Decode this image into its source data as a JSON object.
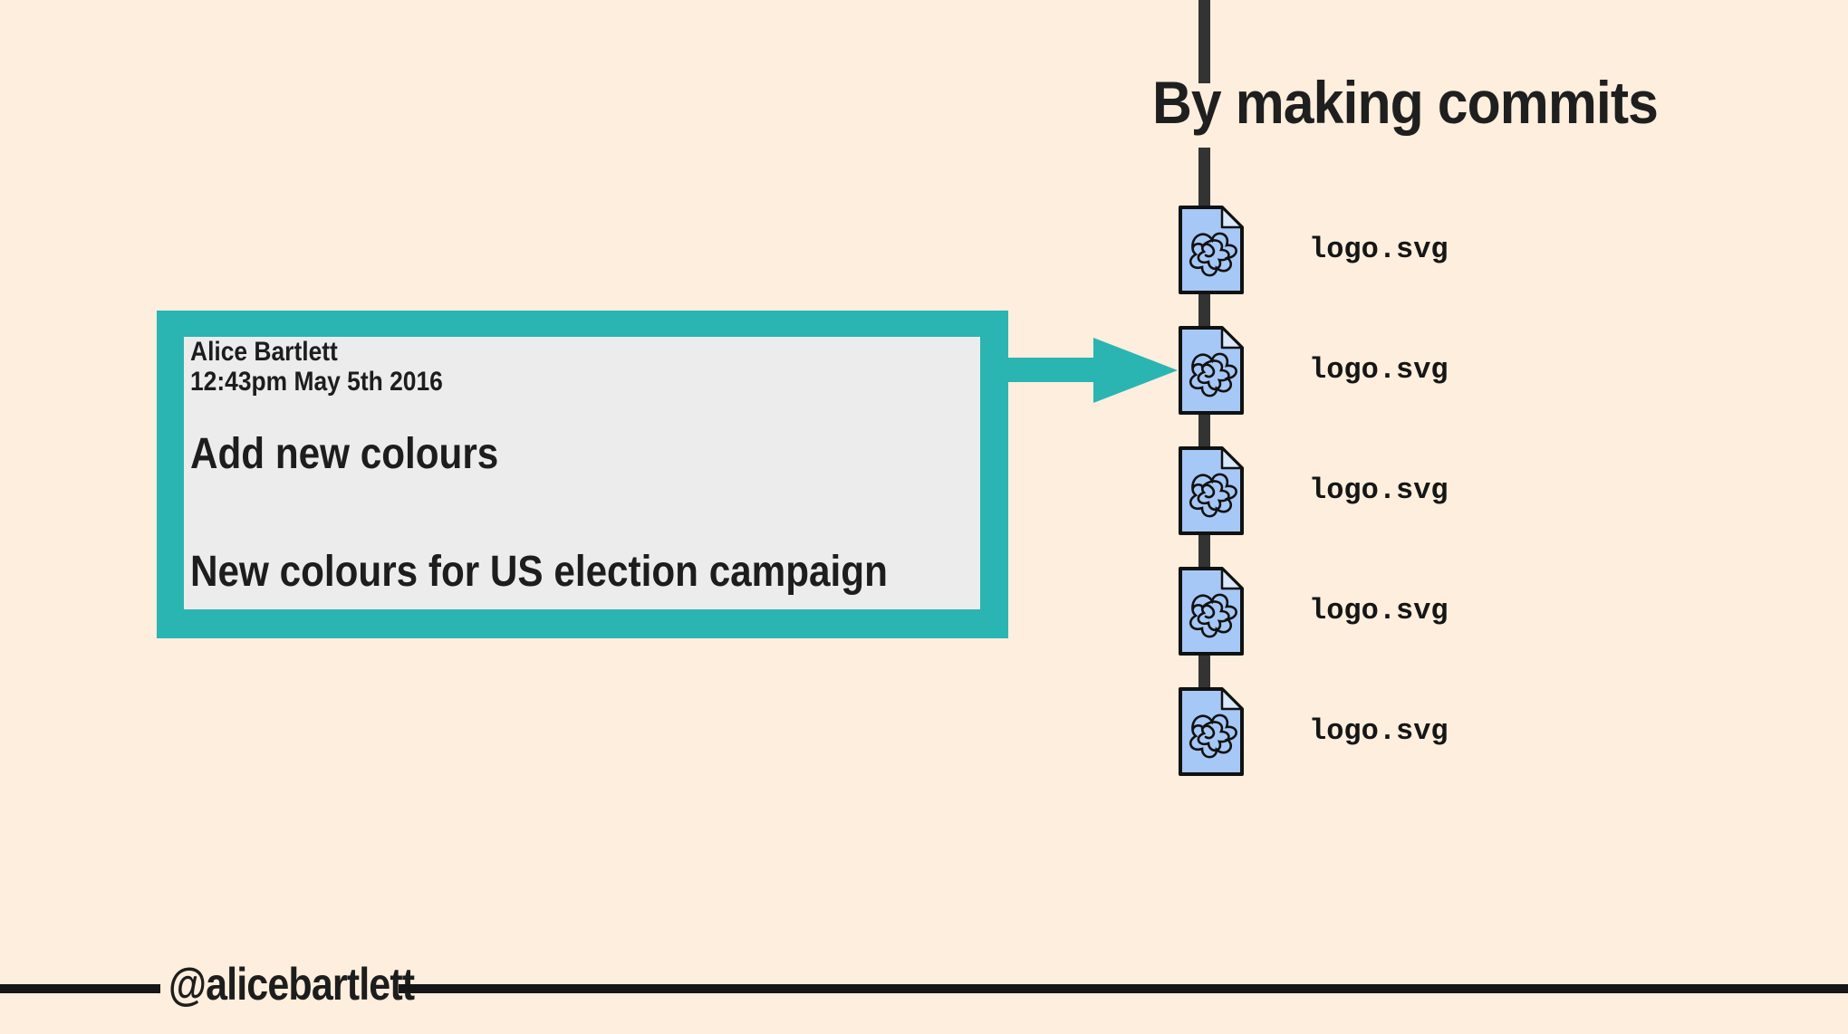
{
  "slide": {
    "title": "By making commits",
    "footer_handle": "@alicebartlett"
  },
  "commit_card": {
    "author": "Alice Bartlett",
    "datetime": "12:43pm May 5th 2016",
    "subject": "Add new colours",
    "body": "New colours for US election campaign"
  },
  "timeline": {
    "file_icon": "document-with-scribble-logo-icon",
    "arrow_icon": "right-arrow-icon",
    "commits": [
      {
        "label": "logo.svg"
      },
      {
        "label": "logo.svg"
      },
      {
        "label": "logo.svg"
      },
      {
        "label": "logo.svg"
      },
      {
        "label": "logo.svg"
      }
    ]
  },
  "colors": {
    "background": "#fdeedd",
    "teal_accent": "#2ab5b3",
    "card_background": "#ececec",
    "timeline_line": "#333333",
    "text": "#1d1d1d",
    "file_fill": "#a5c8f6",
    "file_fold": "#d9e8fc",
    "outline": "#111111"
  }
}
